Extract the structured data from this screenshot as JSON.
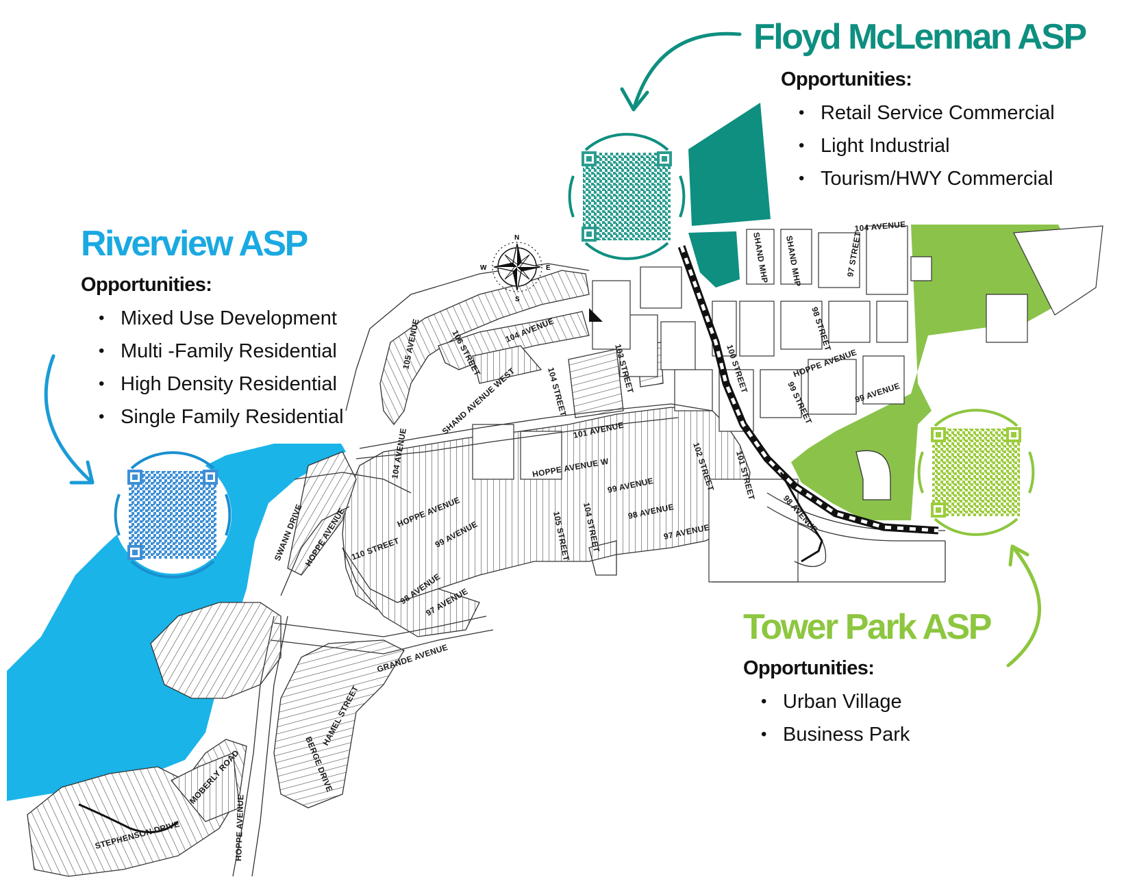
{
  "colors": {
    "riverview": "#1aa9e1",
    "floyd": "#0e8f80",
    "tower_title": "#8dc63f",
    "tower_area": "#8bc34a",
    "qr_riverview": "#3d8fd6",
    "qr_floyd": "#2a9d8f",
    "qr_tower": "#9ccc3c"
  },
  "panels": {
    "riverview": {
      "title": "Riverview ASP",
      "opportunities_label": "Opportunities:",
      "items": [
        "Mixed Use Development",
        "Multi -Family Residential",
        "High Density Residential",
        "Single Family Residential"
      ]
    },
    "floyd": {
      "title": "Floyd McLennan ASP",
      "opportunities_label": "Opportunities:",
      "items": [
        "Retail Service Commercial",
        "Light Industrial",
        "Tourism/HWY  Commercial"
      ]
    },
    "tower": {
      "title": "Tower Park ASP",
      "opportunities_label": "Opportunities:",
      "items": [
        "Urban Village",
        "Business Park"
      ]
    }
  },
  "compass": {
    "n": "N",
    "s": "S",
    "e": "E",
    "w": "W"
  },
  "streets": {
    "s_105_ave": "105 AVENUE",
    "s_106_st": "106 STREET",
    "s_104_ave_n": "104 AVENUE",
    "s_shand_ave_w": "SHAND AVENUE WEST",
    "s_104_st_n": "104 STREET",
    "s_103_st": "103 STREET",
    "s_101_ave": "101 AVENUE",
    "s_100_st": "100 STREET",
    "s_shand_mhp_1": "SHAND MHP",
    "s_shand_mhp_2": "SHAND MHP",
    "s_97_st": "97 STREET",
    "s_104_ave_ne": "104 AVENUE",
    "s_98_st": "98 STREET",
    "s_hoppe_ave_ne": "HOPPE AVENUE",
    "s_99_ave_ne": "99 AVENUE",
    "s_99_st": "99 STREET",
    "s_104_ave_w": "104 AVENUE",
    "s_hoppe_ave_w": "HOPPE AVENUE W",
    "s_102_st": "102 STREET",
    "s_101_st": "101 STREET",
    "s_99_ave_c": "99 AVENUE",
    "s_98_ave_c": "98 AVENUE",
    "s_97_ave_c": "97 AVENUE",
    "s_98_ave_e": "98 AVENUE",
    "s_swann_dr": "SWANN DRIVE",
    "s_hoppe_ave_sw": "HOPPE AVENUE",
    "s_hoppe_ave_mid": "HOPPE AVENUE",
    "s_110_st": "110 STREET",
    "s_99_ave_sw": "99 AVENUE",
    "s_105_st": "105 STREET",
    "s_104_st_s": "104 STREET",
    "s_98_ave_sw": "98 AVENUE",
    "s_97_ave_sw": "97 AVENUE",
    "s_grande_ave": "GRANDE AVENUE",
    "s_hamel_st": "HAMEL STREET",
    "s_berge_dr": "BERGE DRIVE",
    "s_moberly_rd": "MOBERLY ROAD",
    "s_stephenson_dr": "STEPHENSON DRIVE",
    "s_hoppe_ave_s": "HOPPE AVENUE"
  }
}
